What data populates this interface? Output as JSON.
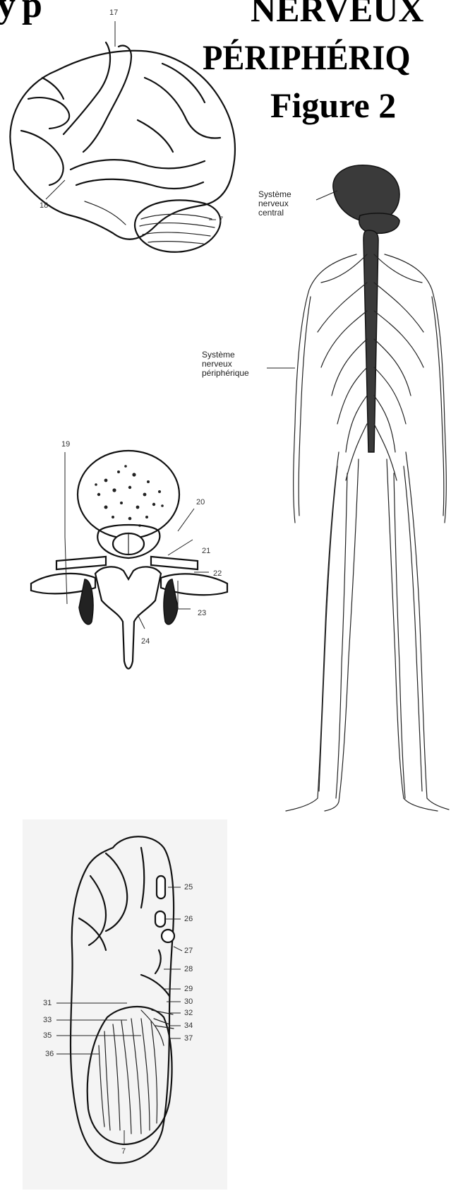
{
  "header": {
    "corner_glyph": "y p",
    "title_line1": "NERVEUX",
    "title_line2": "PÉRIPHÉRIQ",
    "title_line3": "Figure 2"
  },
  "brain_lateral": {
    "labels": [
      "17",
      "18",
      "7"
    ]
  },
  "nervous_system_figure": {
    "label_central": [
      "Système",
      "nerveux",
      "central"
    ],
    "label_peripheral": [
      "Système",
      "nerveux",
      "périphérique"
    ]
  },
  "vertebra_section": {
    "labels": [
      "19",
      "20",
      "21",
      "22",
      "23",
      "24"
    ]
  },
  "brain_medial": {
    "labels": [
      "25",
      "26",
      "27",
      "28",
      "29",
      "30",
      "31",
      "32",
      "33",
      "34",
      "35",
      "36",
      "37",
      "7"
    ]
  }
}
